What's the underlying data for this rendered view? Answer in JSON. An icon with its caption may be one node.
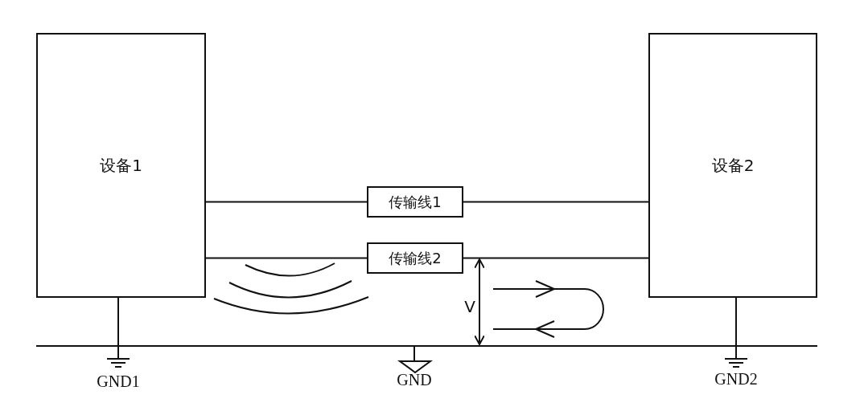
{
  "diagram": {
    "nodes": [
      {
        "text": [
          "设备1"
        ]
      },
      {
        "text": [
          "设备2"
        ]
      },
      {
        "text": [
          "传输线1"
        ]
      },
      {
        "text": [
          "传输线2"
        ]
      }
    ],
    "edges": [
      {
        "from": 0,
        "to": 2,
        "arrow": "none"
      },
      {
        "from": 2,
        "to": 1,
        "arrow": "none"
      },
      {
        "from": 0,
        "to": 3,
        "arrow": "none"
      },
      {
        "from": 3,
        "to": 1,
        "arrow": "none"
      }
    ],
    "labels": [
      "V",
      "GND1",
      "GND",
      "GND2"
    ]
  }
}
